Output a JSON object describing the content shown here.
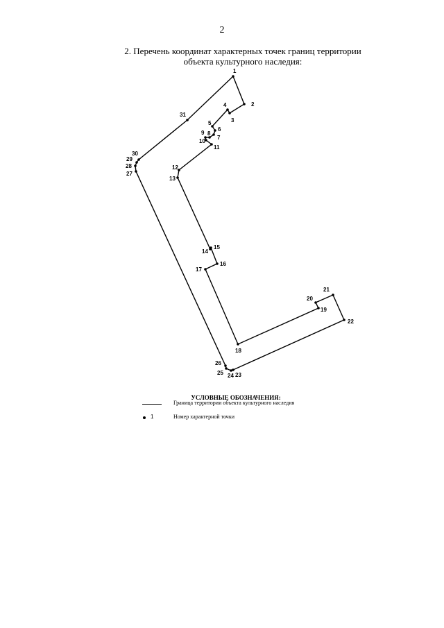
{
  "page": {
    "number": "2",
    "title_line1": "2. Перечень координат характерных точек границ территории",
    "title_line2": "объекта культурного наследия:"
  },
  "boundary": {
    "points": [
      {
        "label": "1"
      },
      {
        "label": "2"
      },
      {
        "label": "3"
      },
      {
        "label": "4"
      },
      {
        "label": "5"
      },
      {
        "label": "6"
      },
      {
        "label": "7"
      },
      {
        "label": "8"
      },
      {
        "label": "9"
      },
      {
        "label": "10"
      },
      {
        "label": "11"
      },
      {
        "label": "12"
      },
      {
        "label": "13"
      },
      {
        "label": "14"
      },
      {
        "label": "15"
      },
      {
        "label": "16"
      },
      {
        "label": "17"
      },
      {
        "label": "18"
      },
      {
        "label": "19"
      },
      {
        "label": "20"
      },
      {
        "label": "21"
      },
      {
        "label": "22"
      },
      {
        "label": "23"
      },
      {
        "label": "24"
      },
      {
        "label": "25"
      },
      {
        "label": "26"
      },
      {
        "label": "27"
      },
      {
        "label": "28"
      },
      {
        "label": "29"
      },
      {
        "label": "30"
      },
      {
        "label": "31"
      }
    ]
  },
  "legend": {
    "title": "УСЛОВНЫЕ ОБОЗНАЧЕНИЯ:",
    "line_text": "Граница территории объекта культурного наследия",
    "dot_number": "1",
    "dot_text": "Номер характерной точки"
  }
}
